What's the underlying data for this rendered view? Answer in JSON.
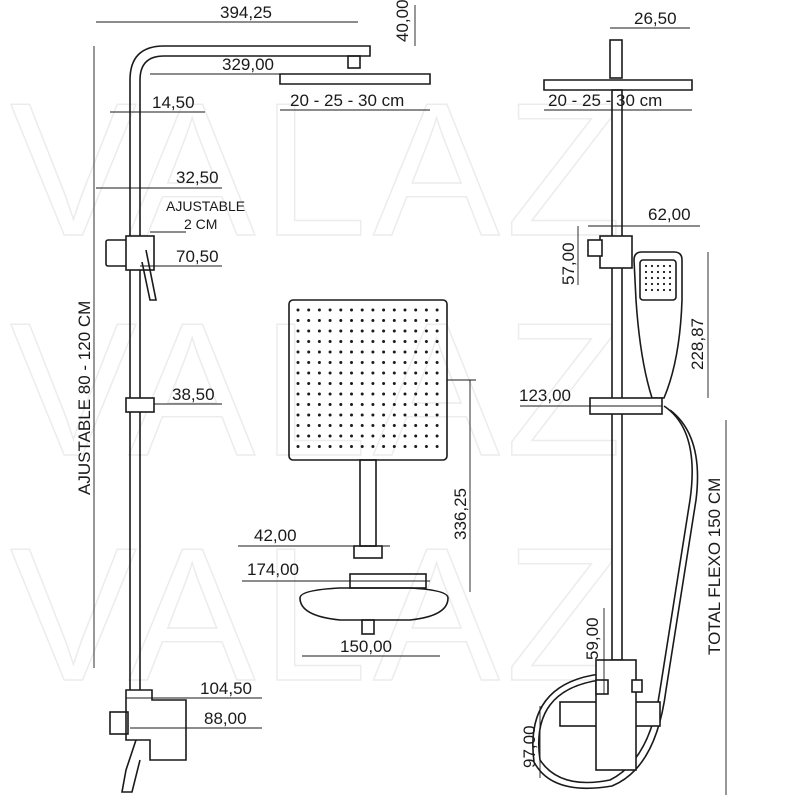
{
  "watermark": {
    "text": "VALAZ",
    "colors": {
      "stroke": "#ececec"
    }
  },
  "side_view": {
    "dims": {
      "arm_total": "394,25",
      "head_height": "40,00",
      "arm_reach": "329,00",
      "head_sizes": "20 - 25 - 30 cm",
      "pipe_offset": "14,50",
      "bracket_depth": "32,50",
      "adjustable_label_1": "AJUSTABLE",
      "adjustable_label_2": "2 CM",
      "holder_depth": "70,50",
      "slider_depth": "38,50",
      "height_range": "AJUSTABLE 80 - 120 CM",
      "valve_depth": "104,50",
      "body_depth": "88,00"
    }
  },
  "head_view": {
    "dims": {
      "head_to_base": "336,25",
      "pipe_diameter": "42,00",
      "valve_width": "174,00",
      "spacing": "150,00"
    }
  },
  "front_view": {
    "dims": {
      "connector": "26,50",
      "head_sizes": "20 - 25 - 30 cm",
      "holder_offset": "62,00",
      "holder_height": "57,00",
      "handshower_length": "228,87",
      "slider_offset": "123,00",
      "hose_label": "TOTAL FLEXO 150 CM",
      "pipe_above_valve": "59,00",
      "valve_height": "97,00"
    }
  }
}
